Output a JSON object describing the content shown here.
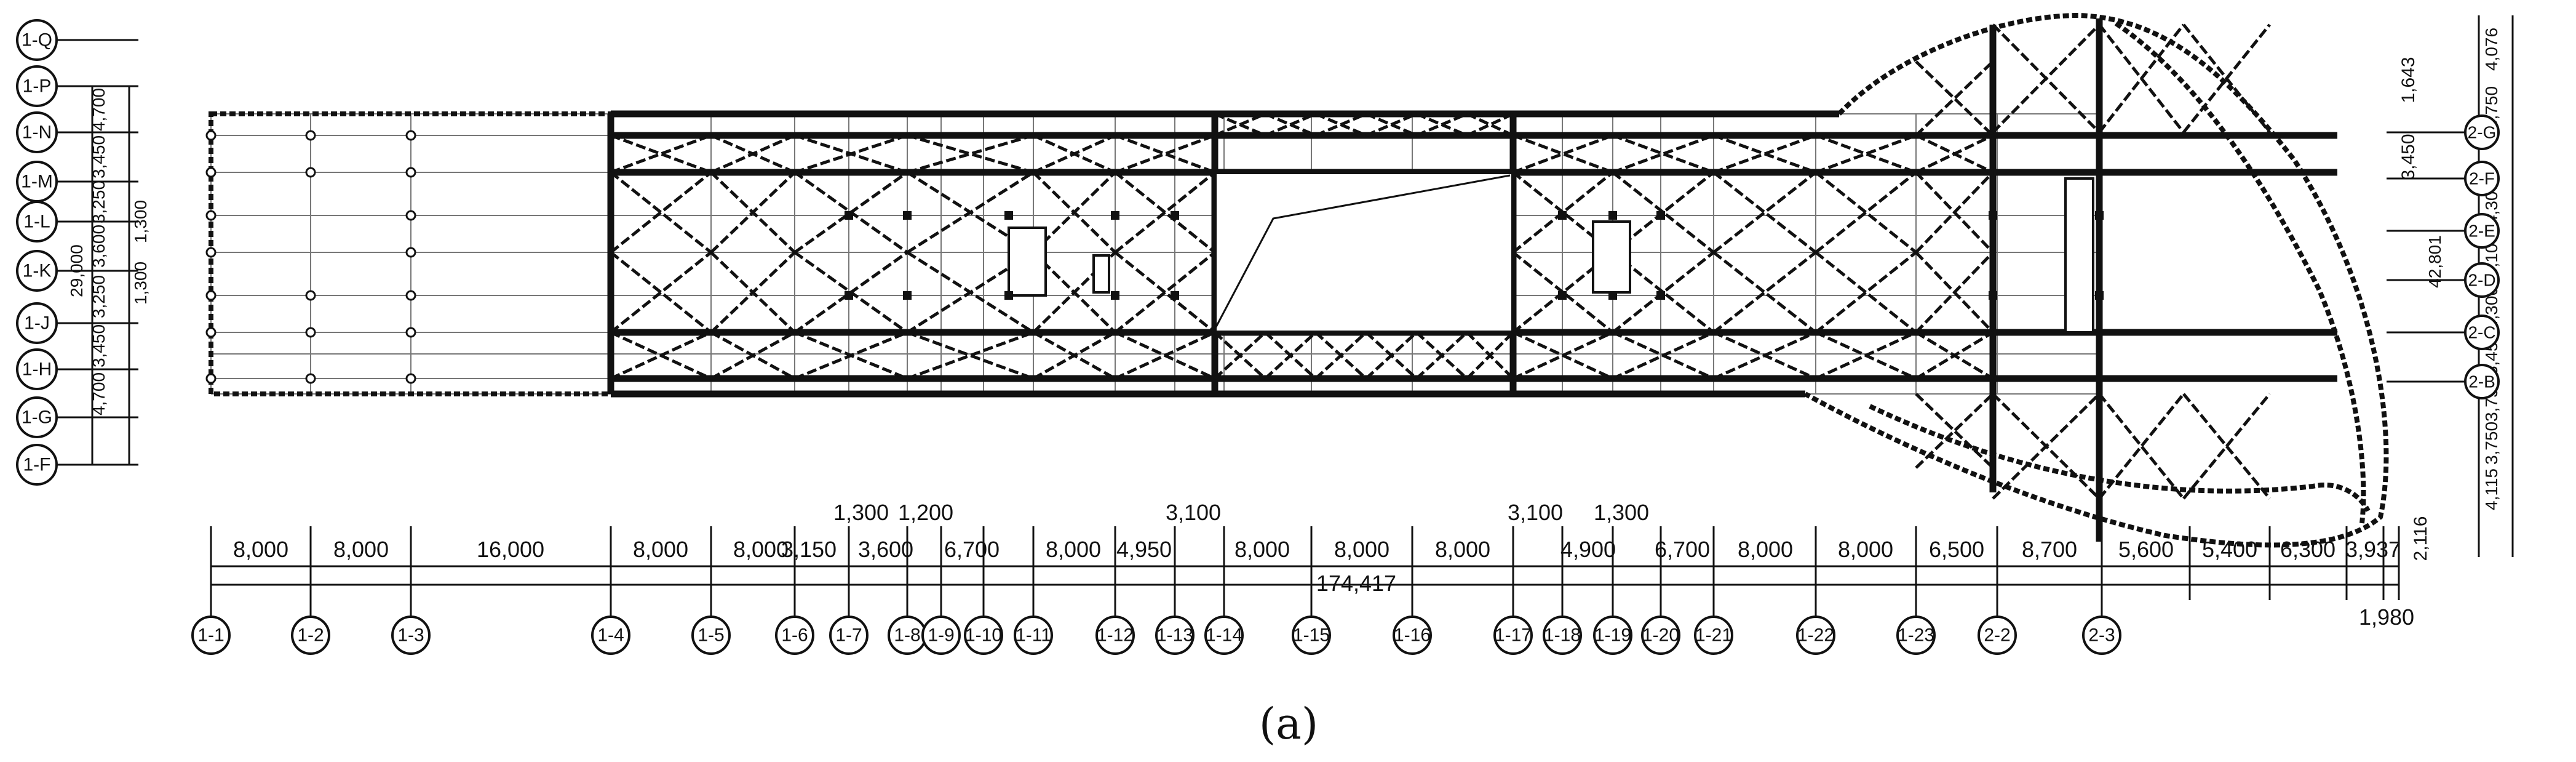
{
  "caption": "(a)",
  "bottom_axes": [
    "1-1",
    "1-2",
    "1-3",
    "1-4",
    "1-5",
    "1-6",
    "1-7",
    "1-8",
    "1-9",
    "1-10",
    "1-11",
    "1-12",
    "1-13",
    "1-14",
    "1-15",
    "1-16",
    "1-17",
    "1-18",
    "1-19",
    "1-20",
    "1-21",
    "1-22",
    "1-23",
    "2-2",
    "2-3"
  ],
  "left_axes": [
    "1-Q",
    "1-P",
    "1-N",
    "1-M",
    "1-L",
    "1-K",
    "1-J",
    "1-H",
    "1-G",
    "1-F"
  ],
  "right_axes": [
    "2-G",
    "2-F",
    "2-E",
    "2-D",
    "2-C",
    "2-B"
  ],
  "bottom_dims": [
    "8,000",
    "8,000",
    "16,000",
    "8,000",
    "8,000",
    "3,150",
    "3,600",
    "6,700",
    "8,000",
    "4,950",
    "8,000",
    "8,000",
    "8,000",
    "4,900",
    "6,700",
    "8,000",
    "8,000",
    "6,500",
    "8,700",
    "5,600",
    "5,400",
    "6,300",
    "3,937"
  ],
  "bottom_dims_upper": [
    "1,300",
    "1,200",
    "3,100",
    "3,100",
    "1,300"
  ],
  "bottom_total": "174,417",
  "bottom_extra": "1,980",
  "left_dims": [
    "4,700",
    "3,450",
    "3,250",
    "3,600",
    "3,250",
    "3,450",
    "4,700"
  ],
  "left_dims_outer": [
    "1,300",
    "1,300"
  ],
  "left_total": "29,000",
  "right_dims": [
    "4,076",
    "3,750",
    "4,300",
    "4,100",
    "4,300",
    "3,450",
    "3,750",
    "3,750",
    "4,115"
  ],
  "right_dims_outer": [
    "1,643",
    "3,450",
    "2,116"
  ],
  "right_total": "42,801"
}
